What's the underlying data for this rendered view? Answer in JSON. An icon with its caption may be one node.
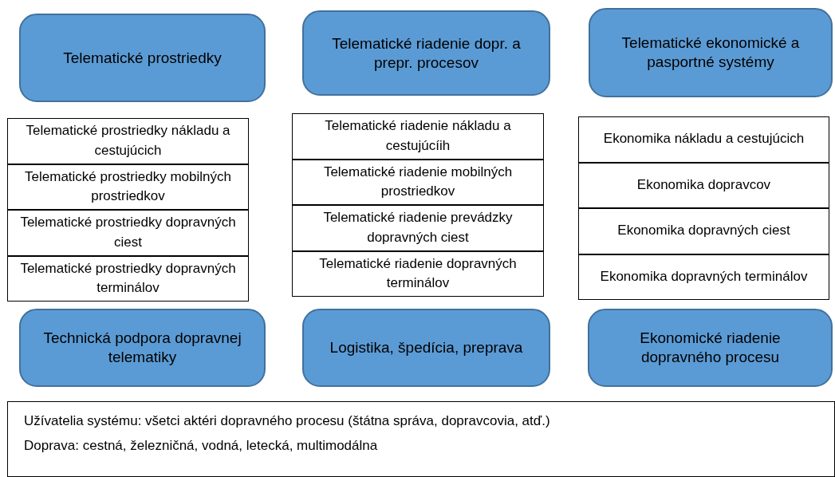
{
  "diagram": {
    "nodes": [
      {
        "text": [
          "Telematické prostriedky"
        ]
      },
      {
        "text": [
          "Telematické riadenie dopr. a prepr. procesov"
        ]
      },
      {
        "text": [
          "Telematické ekonomické a pasportné systémy"
        ]
      },
      {
        "text": [
          "Telematické prostriedky nákladu a cestujúcich"
        ]
      },
      {
        "text": [
          "Telematické  prostriedky mobilných prostriedkov"
        ]
      },
      {
        "text": [
          "Telematické  prostriedky dopravných ciest"
        ]
      },
      {
        "text": [
          "Telematické  prostriedky dopravných terminálov"
        ]
      },
      {
        "text": [
          "Telematické riadenie nákladu a cestujúcíih"
        ]
      },
      {
        "text": [
          "Telematické riadenie mobilných prostriedkov"
        ]
      },
      {
        "text": [
          "Telematické riadenie prevádzky dopravných ciest"
        ]
      },
      {
        "text": [
          "Telematické riadenie dopravných terminálov"
        ]
      },
      {
        "text": [
          "Ekonomika nákladu a cestujúcich"
        ]
      },
      {
        "text": [
          "Ekonomika dopravcov"
        ]
      },
      {
        "text": [
          "Ekonomika dopravných ciest"
        ]
      },
      {
        "text": [
          "Ekonomika dopravných terminálov"
        ]
      },
      {
        "text": [
          "Technická podpora dopravnej telematiky"
        ]
      },
      {
        "text": [
          "Logistika, špedícia, preprava"
        ]
      },
      {
        "text": [
          "Ekonomické riadenie dopravného procesu"
        ]
      },
      {
        "text": [
          "Užívatelia systému: všetci aktéri dopravného procesu (štátna správa, dopravcovia, atď.)",
          "Doprava: cestná, železničná, vodná, letecká, multimodálna"
        ]
      }
    ]
  }
}
